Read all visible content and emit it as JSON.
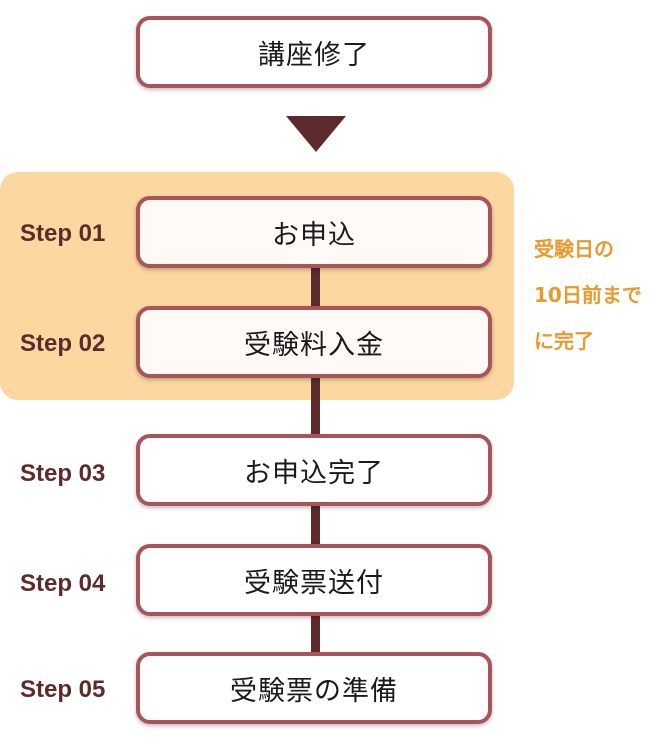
{
  "top": {
    "label": "講座修了"
  },
  "steps": [
    {
      "step": "Step 01",
      "label": "お申込"
    },
    {
      "step": "Step 02",
      "label": "受験料入金"
    },
    {
      "step": "Step 03",
      "label": "お申込完了"
    },
    {
      "step": "Step 04",
      "label": "受験票送付"
    },
    {
      "step": "Step 05",
      "label": "受験票の準備"
    }
  ],
  "note": {
    "lines": [
      "受験日の",
      "10日前まで",
      "に完了"
    ]
  },
  "colors": {
    "highlight": "#fcd79f",
    "border": "#a9545a",
    "connector": "#5e2b2c",
    "note": "#e99a2c"
  }
}
